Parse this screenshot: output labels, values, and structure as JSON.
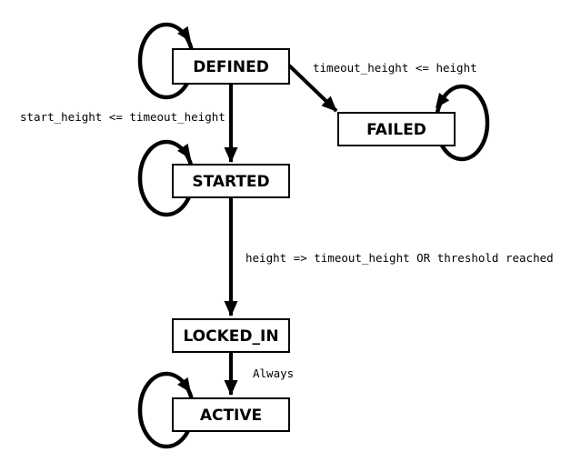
{
  "diagram": {
    "title": "proposal-state-machine",
    "type": "state-machine",
    "colors": {
      "background": "#ffffff",
      "node_fill": "#ffffff",
      "stroke": "#000000",
      "text": "#000000"
    },
    "states": [
      {
        "id": "defined",
        "label": "DEFINED",
        "self_loop": true
      },
      {
        "id": "failed",
        "label": "FAILED",
        "self_loop": true
      },
      {
        "id": "started",
        "label": "STARTED",
        "self_loop": true
      },
      {
        "id": "locked_in",
        "label": "LOCKED_IN",
        "self_loop": false
      },
      {
        "id": "active",
        "label": "ACTIVE",
        "self_loop": true
      }
    ],
    "transitions": [
      {
        "from": "DEFINED",
        "to": "FAILED",
        "label": "timeout_height <= height"
      },
      {
        "from": "DEFINED",
        "to": "STARTED",
        "label": "start_height <= timeout_height"
      },
      {
        "from": "STARTED",
        "to": "LOCKED_IN",
        "label": "height => timeout_height OR threshold reached"
      },
      {
        "from": "LOCKED_IN",
        "to": "ACTIVE",
        "label": "Always"
      }
    ]
  }
}
